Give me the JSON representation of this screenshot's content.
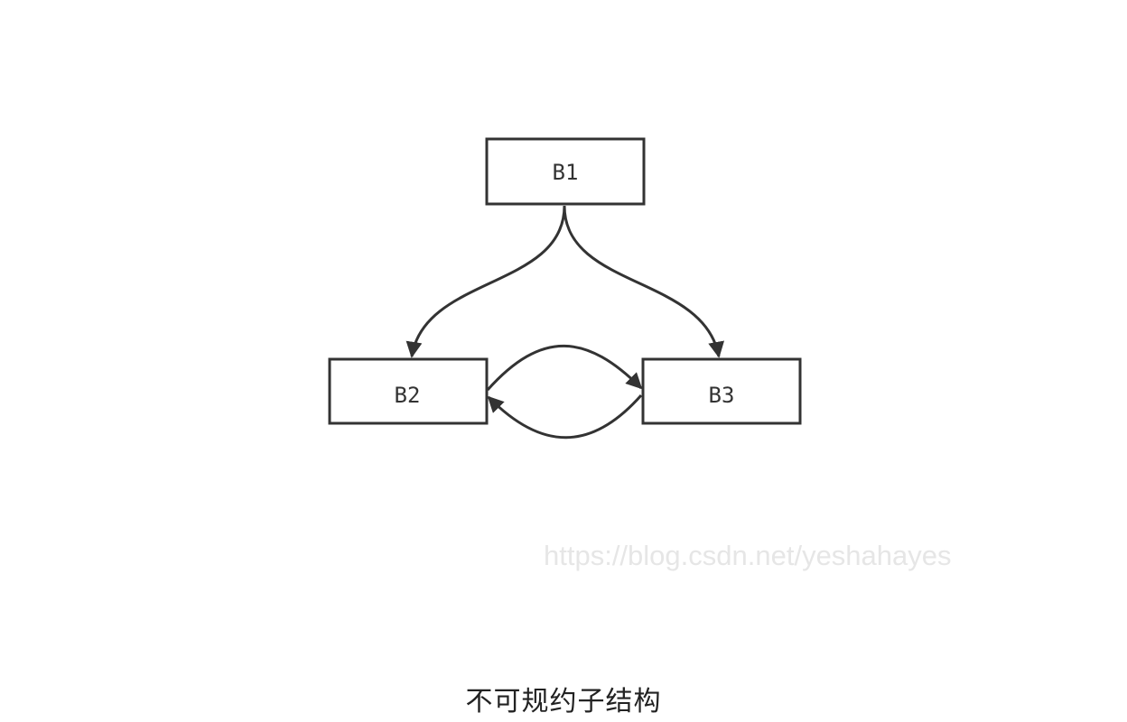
{
  "diagram": {
    "nodes": [
      {
        "id": "B1",
        "label": "B1"
      },
      {
        "id": "B2",
        "label": "B2"
      },
      {
        "id": "B3",
        "label": "B3"
      }
    ],
    "edges": [
      {
        "from": "B1",
        "to": "B2"
      },
      {
        "from": "B1",
        "to": "B3"
      },
      {
        "from": "B2",
        "to": "B3"
      },
      {
        "from": "B3",
        "to": "B2"
      }
    ],
    "stroke_color": "#333333"
  },
  "watermark": "https://blog.csdn.net/yeshahayes",
  "caption": "不可规约子结构"
}
